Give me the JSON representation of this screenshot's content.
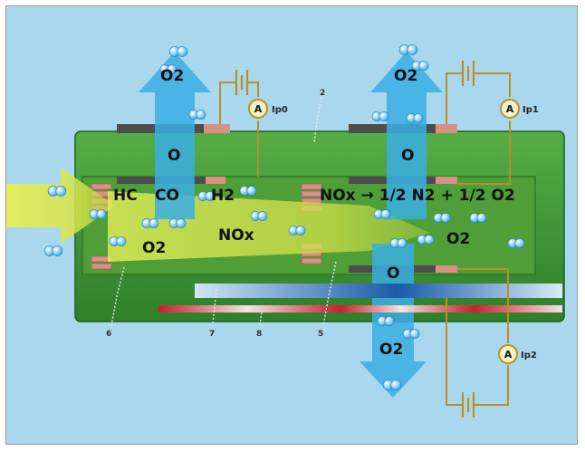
{
  "labels": {
    "top_left_o2": "O2",
    "top_left_o": "O",
    "top_right_o2": "O2",
    "top_right_o": "O",
    "bottom_o": "O",
    "bottom_o2": "O2",
    "hc": "HC",
    "co": "CO",
    "h2": "H2",
    "o2_left": "O2",
    "nox_left": "NOx",
    "reaction": "NOx → 1/2 N2 + 1/2 O2",
    "o2_right": "O2",
    "ammeter_1": "A",
    "ammeter_2": "A",
    "ammeter_3": "A",
    "ip_left_top": "Ip0",
    "ip_right_top": "Ip1",
    "ip_bottom": "Ip2",
    "num_2": "2",
    "num_6": "6",
    "num_7": "7",
    "num_8": "8",
    "num_5": "5"
  },
  "colors": {
    "background": "#a9d7ee",
    "sensor_green": "#3f9a3a",
    "sensor_dark_green": "#2f7f2c",
    "chamber_green": "#5cae3c",
    "gas_flow_yellow": "#d9e84a",
    "oxygen_arrow": "#3aaee3",
    "electrode_dark": "#4d4d4d",
    "electrode_pink": "#d88f86",
    "wire": "#b8902a",
    "heater_red": "#c8202a",
    "gradient_blue": "#1a5aa8",
    "molecule": "#5ab7e8"
  },
  "icons": {
    "ammeter": "ammeter-icon",
    "battery": "battery-icon",
    "molecule": "molecule-icon"
  }
}
